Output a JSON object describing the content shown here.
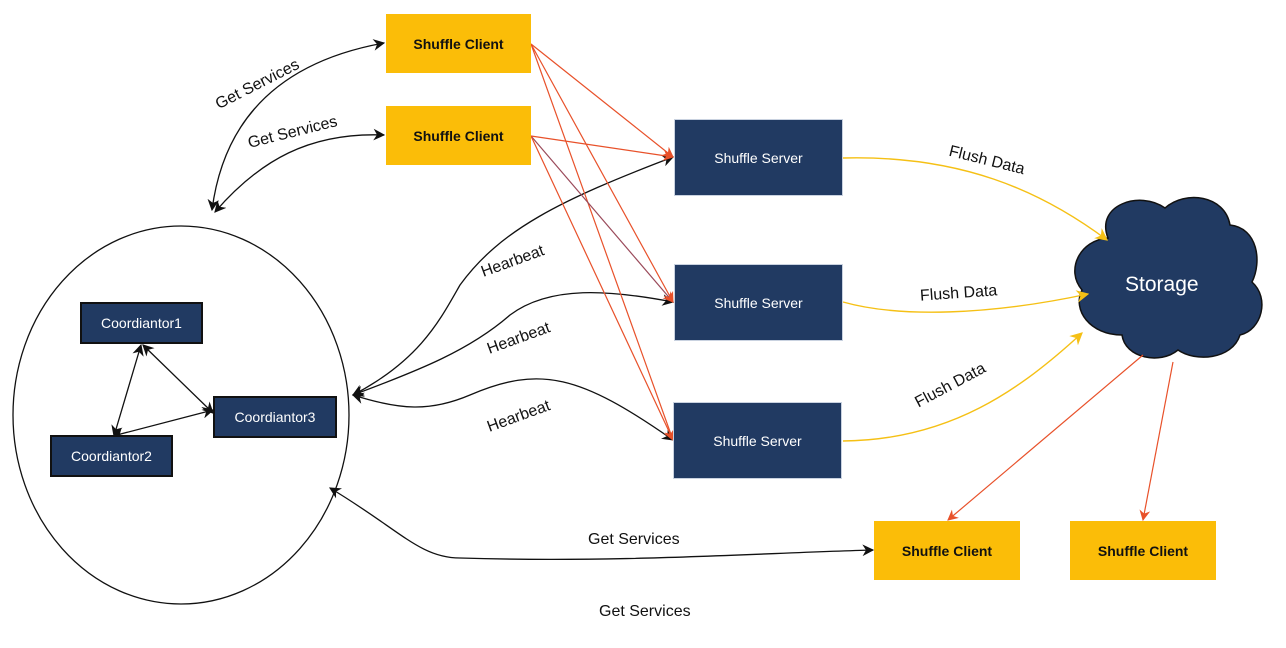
{
  "colors": {
    "client_fill": "#fbbd08",
    "server_fill": "#213a62",
    "data_edge": "#e8512a",
    "flush_edge": "#f5c015",
    "control_edge": "#111111"
  },
  "nodes": {
    "clients": [
      {
        "id": "client-1",
        "label": "Shuffle Client"
      },
      {
        "id": "client-2",
        "label": "Shuffle Client"
      },
      {
        "id": "client-3",
        "label": "Shuffle Client"
      },
      {
        "id": "client-4",
        "label": "Shuffle Client"
      }
    ],
    "servers": [
      {
        "id": "server-1",
        "label": "Shuffle Server"
      },
      {
        "id": "server-2",
        "label": "Shuffle Server"
      },
      {
        "id": "server-3",
        "label": "Shuffle Server"
      }
    ],
    "coordinators": [
      {
        "id": "coordinator-1",
        "label": "Coordiantor1"
      },
      {
        "id": "coordinator-2",
        "label": "Coordiantor2"
      },
      {
        "id": "coordinator-3",
        "label": "Coordiantor3"
      }
    ],
    "storage": {
      "label": "Storage"
    }
  },
  "edge_labels": {
    "get_services_1": "Get Services",
    "get_services_2": "Get Services",
    "get_services_3": "Get Services",
    "get_services_4": "Get Services",
    "heartbeat_1": "Hearbeat",
    "heartbeat_2": "Hearbeat",
    "heartbeat_3": "Hearbeat",
    "flush_1": "Flush Data",
    "flush_2": "Flush Data",
    "flush_3": "Flush Data"
  }
}
